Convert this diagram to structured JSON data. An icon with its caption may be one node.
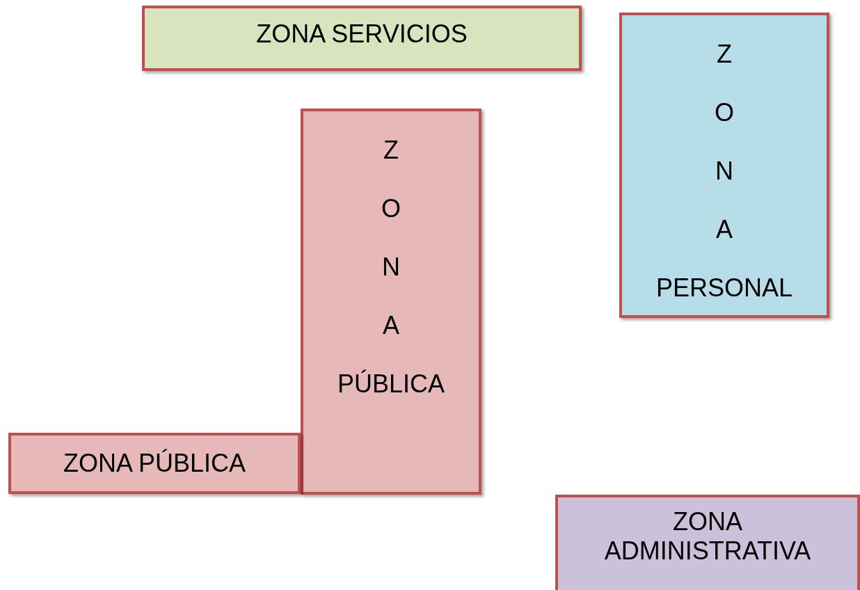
{
  "diagram": {
    "nodes": [
      {
        "text": [
          "ZONA SERVICIOS"
        ]
      },
      {
        "text": [
          "Z O N A PERSONAL"
        ]
      },
      {
        "text": [
          "Z O N A PÚBLICA"
        ]
      },
      {
        "text": [
          "ZONA PÚBLICA"
        ]
      },
      {
        "text": [
          "ZONA ADMINISTRATIVA"
        ]
      }
    ]
  }
}
